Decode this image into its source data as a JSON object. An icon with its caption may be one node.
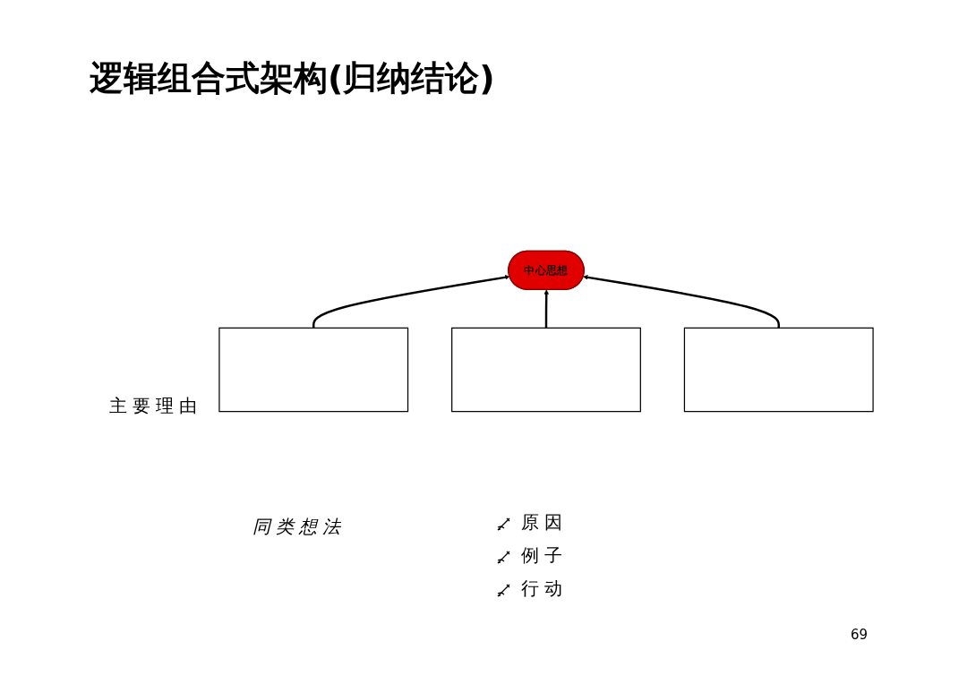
{
  "diagram": {
    "title": "逻辑组合式架构(归纳结论)",
    "nodes": [
      {
        "text": [
          "中心思想"
        ]
      },
      {
        "text": [],
        "shape": "box",
        "beside": [
          "主要理由"
        ]
      },
      {
        "text": [],
        "shape": "box"
      },
      {
        "text": [],
        "shape": "box"
      }
    ],
    "edges": [
      {
        "from": 1,
        "to": 0,
        "arrow": "to"
      },
      {
        "from": 2,
        "to": 0,
        "arrow": "to"
      },
      {
        "from": 3,
        "to": 0,
        "arrow": "to"
      }
    ],
    "labels": [
      "同类想法",
      "原因",
      "例子",
      "行动",
      "69"
    ]
  }
}
